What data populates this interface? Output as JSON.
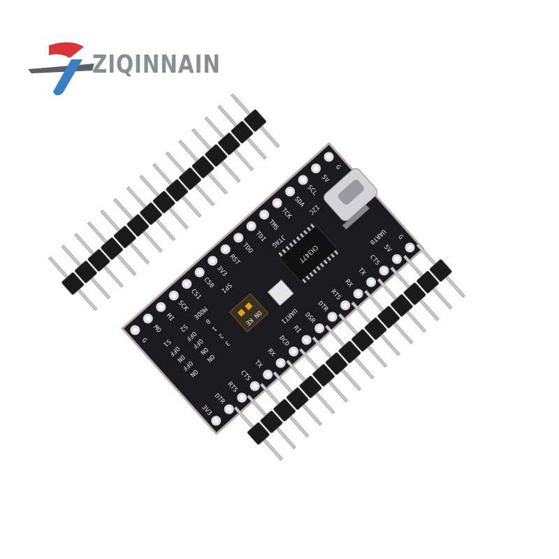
{
  "logo": {
    "brand": "ZIQINNAIN",
    "colors": {
      "red": "#d9343b",
      "blue": "#3a7fc1",
      "gray": "#8a8d91"
    }
  },
  "board": {
    "color": "#1b1b1f",
    "chip": "CH347T",
    "top_pins": [
      "G",
      "MO",
      "MI",
      "SCK",
      "CS1",
      "CS0",
      "3V3",
      "RST",
      "TDO",
      "TDI",
      "TMS",
      "TCK",
      "SDA",
      "SCL",
      "5V",
      "G"
    ],
    "bottom_pins": [
      "3V3",
      "DTR",
      "RTS",
      "CTS",
      "TX",
      "RX",
      "DCD",
      "RI",
      "DSR",
      "DTR",
      "RTS",
      "RX",
      "TX",
      "CTS",
      "5V",
      "G"
    ],
    "groups": [
      "SPI",
      "JTAG",
      "I2C",
      "UART1",
      "UART0"
    ],
    "mode_table": {
      "headers": [
        "MODE",
        "S2",
        "S1"
      ],
      "rows": [
        [
          "0",
          "OFF",
          "OFF"
        ],
        [
          "1",
          "OFF",
          "ON"
        ],
        [
          "2",
          "ON",
          "OFF"
        ],
        [
          "3",
          "ON",
          "ON"
        ]
      ]
    },
    "switch_label": "ON KE"
  }
}
